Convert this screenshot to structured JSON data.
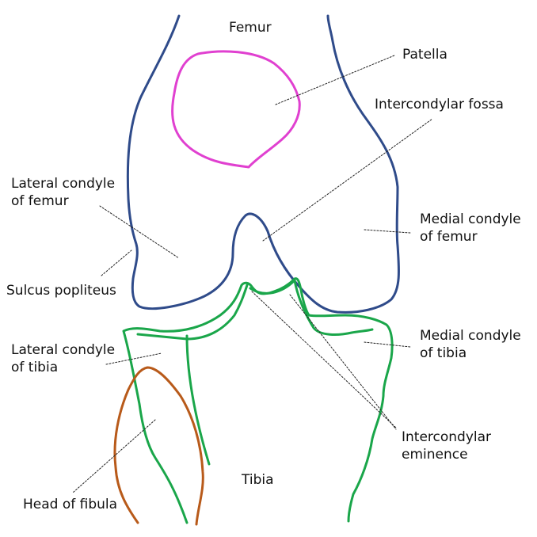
{
  "labels": {
    "femur": "Femur",
    "patella": "Patella",
    "intercondylar_fossa": "Intercondylar fossa",
    "lateral_condyle_femur_line1": "Lateral condyle",
    "lateral_condyle_femur_line2": "of femur",
    "medial_condyle_femur_line1": "Medial condyle",
    "medial_condyle_femur_line2": "of femur",
    "sulcus_popliteus": "Sulcus popliteus",
    "lateral_condyle_tibia_line1": "Lateral condyle",
    "lateral_condyle_tibia_line2": "of tibia",
    "medial_condyle_tibia_line1": "Medial condyle",
    "medial_condyle_tibia_line2": "of tibia",
    "intercondylar_eminence_line1": "Intercondylar",
    "intercondylar_eminence_line2": "eminence",
    "head_of_fibula": "Head of fibula",
    "tibia": "Tibia"
  },
  "colors": {
    "femur_outline": "#2f4b8a",
    "patella_outline": "#e040d0",
    "tibia_outline": "#1aa64a",
    "fibula_outline": "#b85a1a",
    "leader_line": "#222222",
    "text": "#111111"
  }
}
